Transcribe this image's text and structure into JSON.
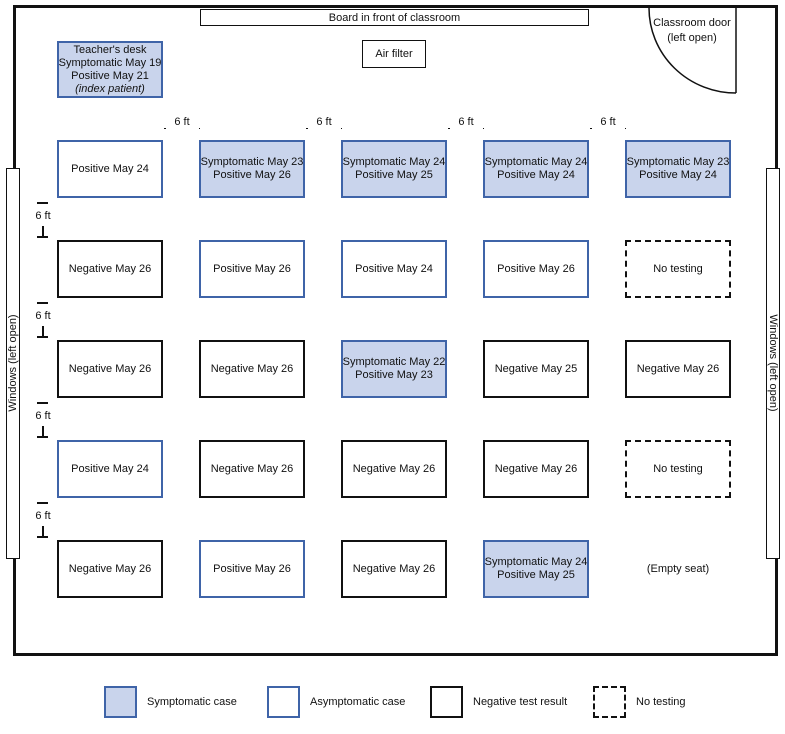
{
  "room": {
    "board_label": "Board in front of classroom",
    "air_filter_label": "Air filter",
    "door_label_line1": "Classroom door",
    "door_label_line2": "(left open)",
    "window_label": "Windows (left open)"
  },
  "teacher_desk": {
    "line1": "Teacher's desk",
    "line2": "Symptomatic  May 19",
    "line3": "Positive  May 21",
    "line4": "(index patient)",
    "status": "symptomatic"
  },
  "spacing_label": "6 ft",
  "desks": [
    [
      {
        "status": "asymptomatic",
        "lines": [
          "Positive  May 24"
        ]
      },
      {
        "status": "symptomatic",
        "lines": [
          "Symptomatic  May 23",
          "Positive  May 26"
        ]
      },
      {
        "status": "symptomatic",
        "lines": [
          "Symptomatic  May 24",
          "Positive  May 25"
        ]
      },
      {
        "status": "symptomatic",
        "lines": [
          "Symptomatic  May 24",
          "Positive  May 24"
        ]
      },
      {
        "status": "symptomatic",
        "lines": [
          "Symptomatic  May 23",
          "Positive  May 24"
        ]
      }
    ],
    [
      {
        "status": "negative",
        "lines": [
          "Negative  May 26"
        ]
      },
      {
        "status": "asymptomatic",
        "lines": [
          "Positive  May 26"
        ]
      },
      {
        "status": "asymptomatic",
        "lines": [
          "Positive  May 24"
        ]
      },
      {
        "status": "asymptomatic",
        "lines": [
          "Positive  May 26"
        ]
      },
      {
        "status": "notest",
        "lines": [
          "No testing"
        ]
      }
    ],
    [
      {
        "status": "negative",
        "lines": [
          "Negative  May 26"
        ]
      },
      {
        "status": "negative",
        "lines": [
          "Negative  May 26"
        ]
      },
      {
        "status": "symptomatic",
        "lines": [
          "Symptomatic  May 22",
          "Positive  May 23"
        ]
      },
      {
        "status": "negative",
        "lines": [
          "Negative  May 25"
        ]
      },
      {
        "status": "negative",
        "lines": [
          "Negative  May 26"
        ]
      }
    ],
    [
      {
        "status": "asymptomatic",
        "lines": [
          "Positive  May 24"
        ]
      },
      {
        "status": "negative",
        "lines": [
          "Negative  May 26"
        ]
      },
      {
        "status": "negative",
        "lines": [
          "Negative  May 26"
        ]
      },
      {
        "status": "negative",
        "lines": [
          "Negative  May 26"
        ]
      },
      {
        "status": "notest",
        "lines": [
          "No testing"
        ]
      }
    ],
    [
      {
        "status": "negative",
        "lines": [
          "Negative  May 26"
        ]
      },
      {
        "status": "asymptomatic",
        "lines": [
          "Positive  May 26"
        ]
      },
      {
        "status": "negative",
        "lines": [
          "Negative  May 26"
        ]
      },
      {
        "status": "symptomatic",
        "lines": [
          "Symptomatic  May 24",
          "Positive  May 25"
        ]
      },
      {
        "status": "empty",
        "lines": [
          "(Empty seat)"
        ]
      }
    ]
  ],
  "legend": [
    {
      "status": "symptomatic",
      "label": "Symptomatic case"
    },
    {
      "status": "asymptomatic",
      "label": "Asymptomatic case"
    },
    {
      "status": "negative",
      "label": "Negative test result"
    },
    {
      "status": "notest",
      "label": "No testing"
    }
  ],
  "colors": {
    "symptomatic_fill": "#c9d4ec",
    "case_border": "#3f64a8",
    "negative_border": "#111111"
  }
}
